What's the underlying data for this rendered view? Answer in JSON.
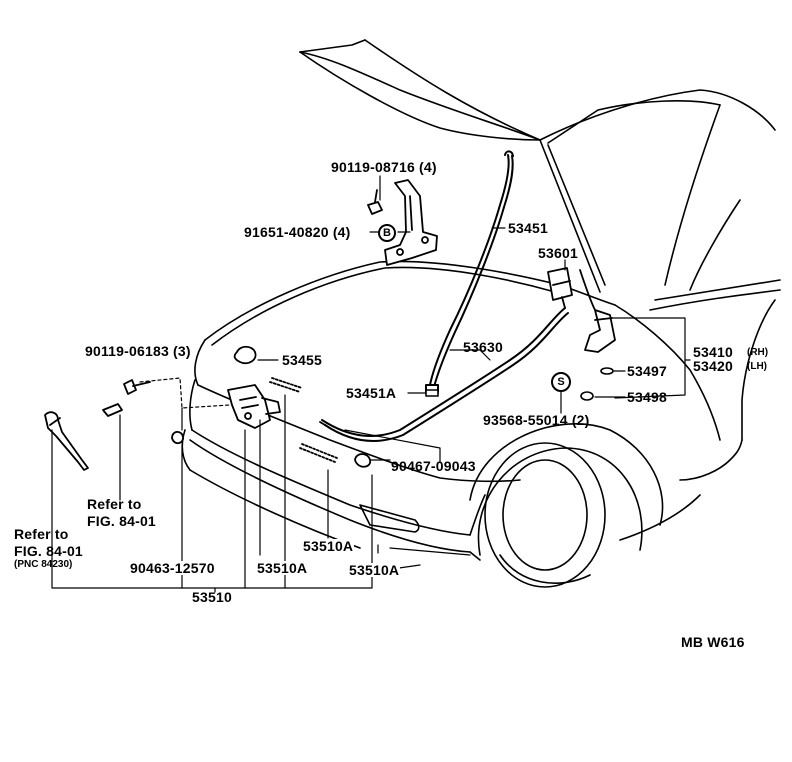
{
  "labels": {
    "p_90119_08716": "90119-08716 (4)",
    "p_91651_40820": "91651-40820 (4)",
    "p_53451": "53451",
    "p_53601": "53601",
    "p_90119_06183": "90119-06183 (3)",
    "p_53455": "53455",
    "p_53630": "53630",
    "p_53451a": "53451A",
    "p_53410": "53410",
    "p_53410_side": "(RH)",
    "p_53420": "53420",
    "p_53420_side": "(LH)",
    "p_53497": "53497",
    "p_53498": "53498",
    "p_93568_55014": "93568-55014 (2)",
    "p_90467_09043": "90467-09043",
    "refer_a_line1": "Refer to",
    "refer_a_line2": "FIG. 84-01",
    "refer_b_line1": "Refer to",
    "refer_b_line2": "FIG. 84-01",
    "refer_b_line3": "(PNC 84230)",
    "p_53510a_1": "53510A",
    "p_53510a_2": "53510A",
    "p_53510a_3": "53510A",
    "p_90463_12570": "90463-12570",
    "p_53510": "53510",
    "drawing_code": "MB W616"
  },
  "callout_markers": {
    "bolt_marker": "B",
    "screw_marker": "S"
  }
}
